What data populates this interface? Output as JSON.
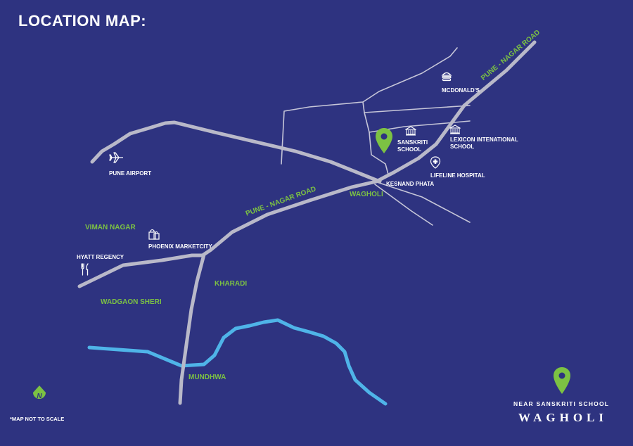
{
  "title": "LOCATION MAP:",
  "roads": {
    "pune_nagar_road_upper": "PUNE - NAGAR ROAD",
    "pune_nagar_road_lower": "PUNE - NAGAR ROAD"
  },
  "landmarks": {
    "mcdonalds": "MCDONALD'S",
    "sanskriti_school_line1": "SANSKRITI",
    "sanskriti_school_line2": "SCHOOL",
    "lexicon_line1": "LEXICON INTENATIONAL",
    "lexicon_line2": "SCHOOL",
    "lifeline_hospital": "LIFELINE HOSPITAL",
    "kesnand_phata": "KESNAND PHATA",
    "pune_airport": "PUNE AIRPORT",
    "phoenix_marketcity": "PHOENIX MARKETCITY",
    "hyatt_regency": "HYATT REGENCY"
  },
  "areas": {
    "wagholi": "WAGHOLI",
    "viman_nagar": "VIMAN NAGAR",
    "kharadi": "KHARADI",
    "wadgaon_sheri": "WADGAON SHERI",
    "mundhwa": "MUNDHWA"
  },
  "brand": {
    "subtitle": "NEAR SANSKRITI SCHOOL",
    "name": "WAGHOLI"
  },
  "note": "*MAP NOT TO SCALE",
  "colors": {
    "background": "#2e3380",
    "road": "#b9b9c9",
    "minor_road": "#c6c6d8",
    "river": "#4fb4e8",
    "accent_green": "#7cc243",
    "text": "#ffffff"
  },
  "icons": {
    "location_pin": "location-pin-icon",
    "airplane": "airplane-icon",
    "burger": "burger-icon",
    "school_building": "school-building-icon",
    "hospital": "hospital-icon",
    "shopping_bag": "shopping-bag-icon",
    "restaurant": "fork-knife-icon",
    "compass": "north-compass-icon"
  }
}
